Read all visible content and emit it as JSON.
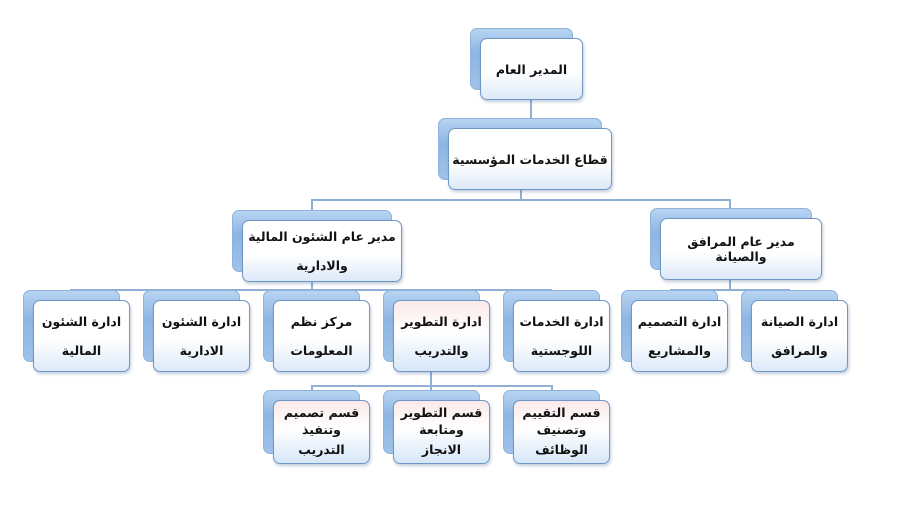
{
  "nodes": {
    "general_manager": [
      "المدير العام"
    ],
    "corporate_services": [
      "قطاع الخدمات المؤسسية"
    ],
    "finance_admin_manager": [
      "مدير عام الشئون المالية",
      "والادارية"
    ],
    "facilities_manager": [
      "مدير عام المرافق والصيانة"
    ],
    "financial_affairs": [
      "ادارة الشئون",
      "المالية"
    ],
    "admin_affairs": [
      "ادارة الشئون",
      "الادارية"
    ],
    "info_systems": [
      "مركز نظم",
      "المعلومات"
    ],
    "development_training": [
      "ادارة التطوير",
      "والتدريب"
    ],
    "logistics": [
      "ادارة الخدمات",
      "اللوجستية"
    ],
    "design_projects": [
      "ادارة التصميم",
      "والمشاريع"
    ],
    "maintenance_facilities": [
      "ادارة الصيانة",
      "والمرافق"
    ],
    "training_design": [
      "قسم تصميم",
      "وتنفيذ",
      "التدريب"
    ],
    "development_followup": [
      "قسم التطوير",
      "ومتابعة",
      "الانجاز"
    ],
    "evaluation_classification": [
      "قسم التقييم",
      "وتصنيف",
      "الوظائف"
    ]
  }
}
